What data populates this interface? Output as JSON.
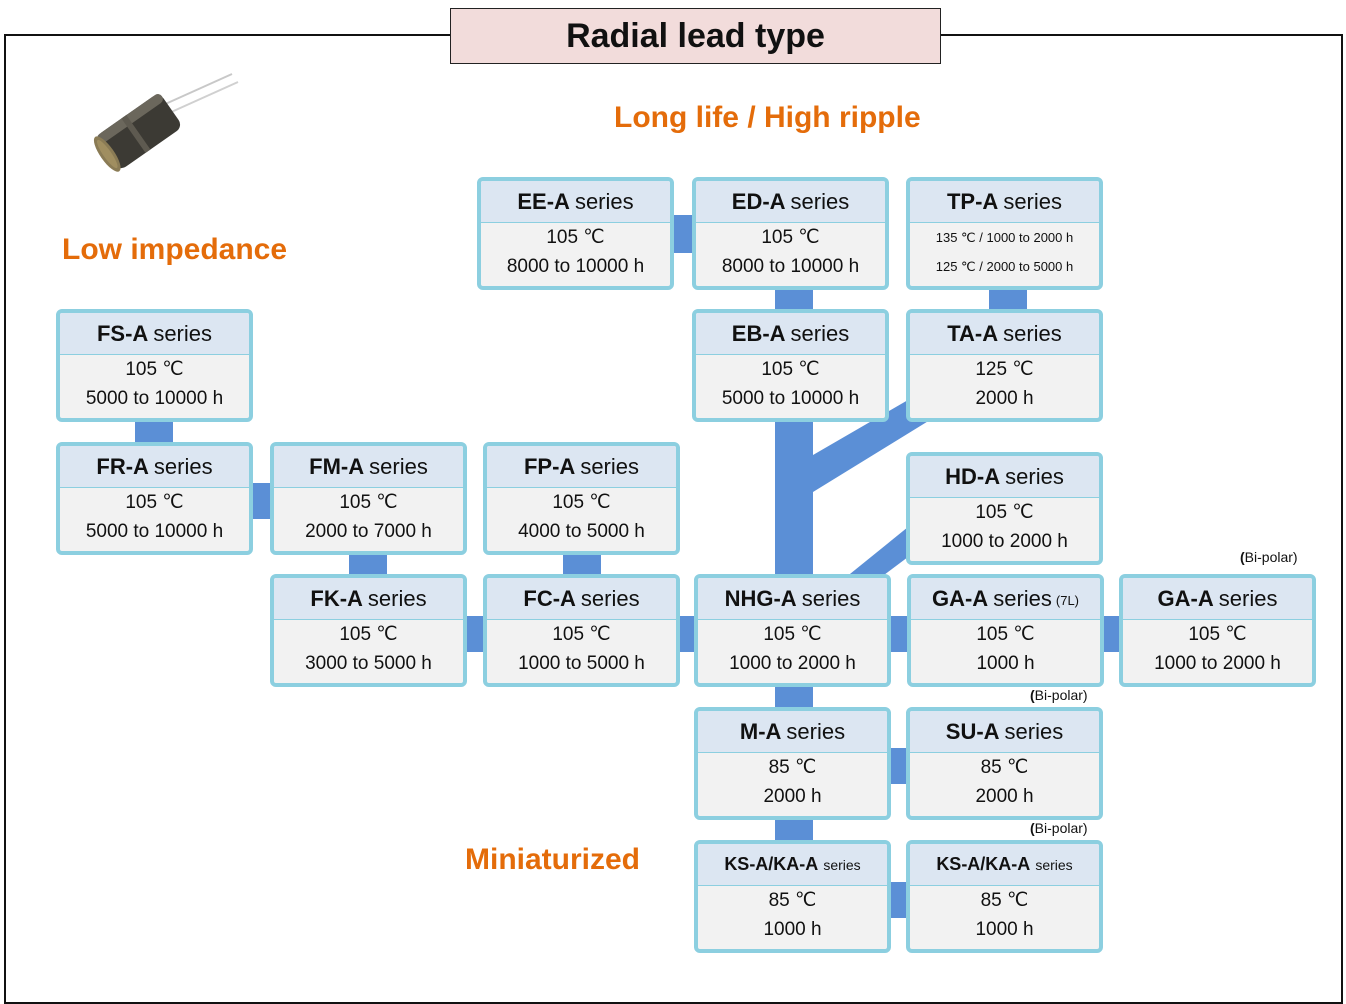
{
  "title": "Radial lead type",
  "categories": {
    "long_life": "Long life / High ripple",
    "low_impedance": "Low impedance",
    "miniaturized": "Miniaturized"
  },
  "bipolar_label": "Bi-polar",
  "series_suffix": "series",
  "boxes": {
    "ee_a": {
      "name": "EE-A",
      "line1": "105 ℃",
      "line2": "8000 to 10000 h"
    },
    "ed_a": {
      "name": "ED-A",
      "line1": "105 ℃",
      "line2": "8000 to 10000 h"
    },
    "tp_a": {
      "name": "TP-A",
      "line1": "135 ℃ / 1000 to 2000 h",
      "line2": "125 ℃ / 2000 to 5000 h"
    },
    "eb_a": {
      "name": "EB-A",
      "line1": "105 ℃",
      "line2": "5000 to 10000 h"
    },
    "ta_a": {
      "name": "TA-A",
      "line1": "125 ℃",
      "line2": "2000 h"
    },
    "fs_a": {
      "name": "FS-A",
      "line1": "105 ℃",
      "line2": "5000 to 10000 h"
    },
    "fr_a": {
      "name": "FR-A",
      "line1": "105 ℃",
      "line2": "5000 to 10000 h"
    },
    "fm_a": {
      "name": "FM-A",
      "line1": "105 ℃",
      "line2": "2000 to 7000 h"
    },
    "fp_a": {
      "name": "FP-A",
      "line1": "105 ℃",
      "line2": "4000 to 5000 h"
    },
    "hd_a": {
      "name": "HD-A",
      "line1": "105 ℃",
      "line2": "1000 to 2000 h"
    },
    "fk_a": {
      "name": "FK-A",
      "line1": "105 ℃",
      "line2": "3000 to 5000 h"
    },
    "fc_a": {
      "name": "FC-A",
      "line1": "105 ℃",
      "line2": "1000 to 5000 h"
    },
    "nhg_a": {
      "name": "NHG-A",
      "line1": "105 ℃",
      "line2": "1000 to 2000 h"
    },
    "ga_a_7l": {
      "name": "GA-A",
      "note": "(7L)",
      "line1": "105 ℃",
      "line2": "1000 h"
    },
    "ga_a_bipolar": {
      "name": "GA-A",
      "line1": "105 ℃",
      "line2": "1000 to 2000 h"
    },
    "m_a": {
      "name": "M-A",
      "line1": "85 ℃",
      "line2": "2000 h"
    },
    "su_a": {
      "name": "SU-A",
      "line1": "85 ℃",
      "line2": "2000 h"
    },
    "ks_ka_a": {
      "name": "KS-A/KA-A",
      "line1": "85 ℃",
      "line2": "1000 h"
    },
    "ks_ka_a_bipolar": {
      "name": "KS-A/KA-A",
      "line1": "85 ℃",
      "line2": "1000 h"
    }
  },
  "colors": {
    "connector": "#5b8fd6",
    "box_border": "#8ccfe0",
    "header_bg": "#dce6f2",
    "category_text": "#e46c0a",
    "title_bg": "#f2dcdb"
  }
}
